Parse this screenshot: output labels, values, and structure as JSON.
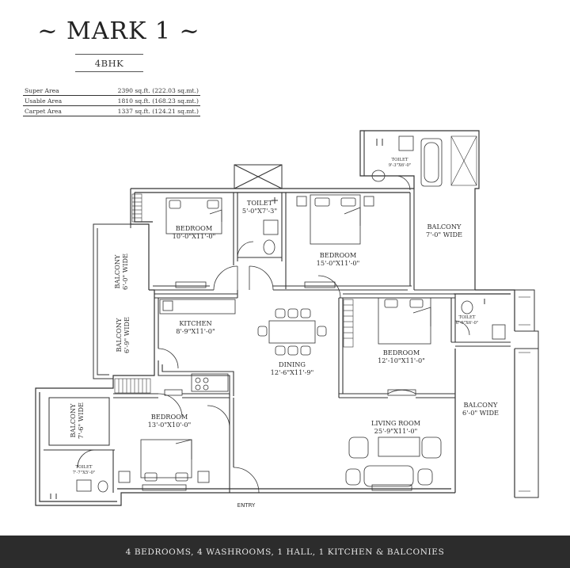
{
  "header": {
    "title": "~ MARK 1 ~",
    "subtitle": "4BHK"
  },
  "areas": [
    {
      "label": "Super Area",
      "value": "2390 sq.ft. (222.03 sq.mt.)"
    },
    {
      "label": "Usable Area",
      "value": "1810 sq.ft. (168.23 sq.mt.)"
    },
    {
      "label": "Carpet Area",
      "value": "1337 sq.ft. (124.21 sq.mt.)"
    }
  ],
  "rooms": {
    "bedroom1": {
      "name": "BEDROOM",
      "size": "10'-0\"X11'-0\""
    },
    "toilet1": {
      "name": "TOILET",
      "size": "5'-0\"X7'-3\""
    },
    "bedroom2": {
      "name": "BEDROOM",
      "size": "15'-0\"X11'-0\""
    },
    "toilet2": {
      "name": "TOILET",
      "size": "9'-3\"X6'-0\""
    },
    "balcony_right_top": {
      "name": "BALCONY",
      "size": "7'-0\" WIDE"
    },
    "balcony_left_upper": {
      "name": "BALCONY",
      "size": "6'-0\" WIDE"
    },
    "balcony_left_middle": {
      "name": "BALCONY",
      "size": "6'-9\" WIDE"
    },
    "kitchen": {
      "name": "KITCHEN",
      "size": "8'-9\"X11'-0\""
    },
    "dining": {
      "name": "DINING",
      "size": "12'-6\"X11'-9\""
    },
    "bedroom3": {
      "name": "BEDROOM",
      "size": "12'-10\"X11'-0\""
    },
    "toilet3": {
      "name": "TOILET",
      "size": "6'-0\"X6'-0\""
    },
    "balcony_right_lower": {
      "name": "BALCONY",
      "size": "6'-0\" WIDE"
    },
    "balcony_left_lower": {
      "name": "BALCONY",
      "size": "7'-6\" WIDE"
    },
    "bedroom4": {
      "name": "BEDROOM",
      "size": "13'-0\"X10'-0\""
    },
    "living": {
      "name": "LIVING ROOM",
      "size": "25'-9\"X11'-0\""
    },
    "toilet4": {
      "name": "TOILET",
      "size": "7'-7\"X5'-0\""
    }
  },
  "entry_label": "ENTRY",
  "footer": {
    "text": "4 BEDROOMS, 4 WASHROOMS, 1 HALL, 1 KITCHEN & BALCONIES"
  }
}
